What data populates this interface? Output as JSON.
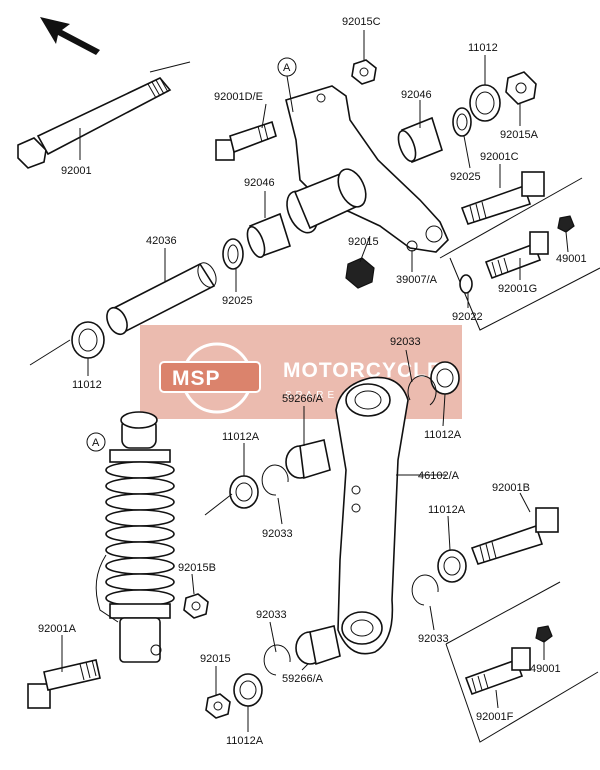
{
  "diagram": {
    "callout_marker": "A",
    "watermark": {
      "logo": "MSP",
      "brand": "MOTORCYCLE",
      "sub": "SPARE PARTS",
      "color": "#cf5a3c"
    },
    "labels": {
      "l92015c": "92015C",
      "l11012top": "11012",
      "l92001de": "92001D/E",
      "l92046a": "92046",
      "l92015a": "92015A",
      "l92001": "92001",
      "l92025a": "92025",
      "l92001c": "92001C",
      "l92046b": "92046",
      "l42036": "42036",
      "l92015mid": "92015",
      "l49001a": "49001",
      "l39007a": "39007/A",
      "l92001g": "92001G",
      "l92025b": "92025",
      "l92022": "92022",
      "l11012left": "11012",
      "l92033a": "92033",
      "l59266a": "59266/A",
      "l11012a_r": "11012A",
      "l11012a_l": "11012A",
      "l46102a": "46102/A",
      "l92033b": "92033",
      "l92001b": "92001B",
      "l11012a_m": "11012A",
      "l92015b": "92015B",
      "l92033c": "92033",
      "l92033d": "92033",
      "l92001a": "92001A",
      "l49001b": "49001",
      "l92015low": "92015",
      "l59266b": "59266/A",
      "l92001f": "92001F",
      "l11012a_bot": "11012A"
    }
  }
}
